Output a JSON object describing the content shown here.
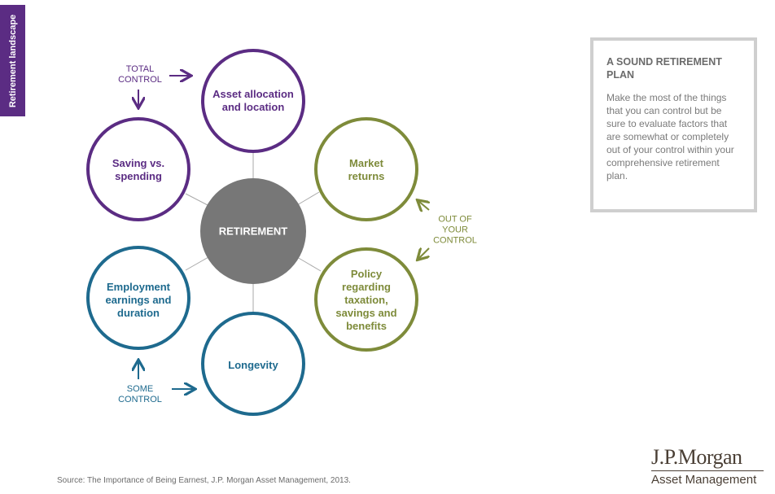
{
  "side_tab": {
    "label": "Retirement landscape"
  },
  "center": {
    "label": "RETIREMENT"
  },
  "circles": {
    "asset": "Asset allocation and location",
    "saving": "Saving vs. spending",
    "market": "Market returns",
    "policy": "Policy regarding taxation, savings and benefits",
    "employment": "Employment earnings and duration",
    "longevity": "Longevity"
  },
  "groups": {
    "total": "TOTAL CONTROL",
    "out": "OUT OF YOUR CONTROL",
    "some": "SOME CONTROL"
  },
  "colors": {
    "total_control": "#5b2c83",
    "out_of_control": "#7e8b3a",
    "some_control": "#1e6a8e",
    "center": "#777777"
  },
  "sidebox": {
    "title": "A SOUND RETIREMENT PLAN",
    "body": "Make the most of the things that you can control but be sure to evaluate factors that are somewhat or completely out of your control within your comprehensive retirement plan."
  },
  "source": "Source: The Importance of Being Earnest, J.P. Morgan Asset Management, 2013.",
  "logo": {
    "main": "J.P.Morgan",
    "sub": "Asset Management"
  }
}
